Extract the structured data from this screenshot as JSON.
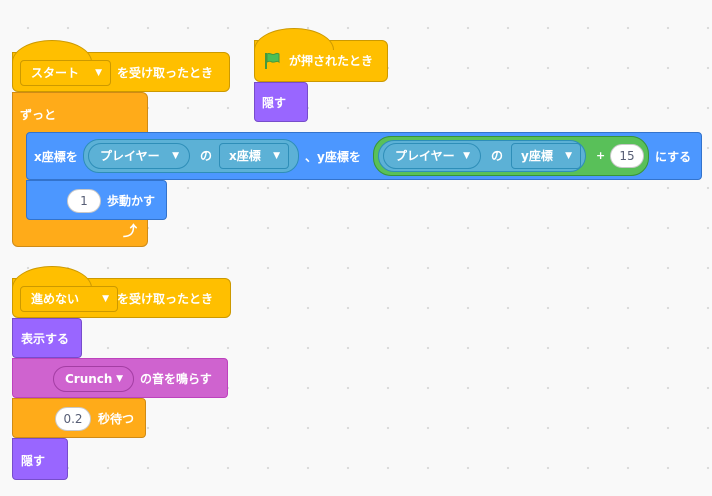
{
  "script1": {
    "hat_dropdown": "スタート",
    "hat_label": "を受け取ったとき",
    "forever_label": "ずっと",
    "goto": {
      "x_label": "x座標を",
      "x_sprite": "プレイヤー",
      "x_of": "の",
      "x_attr": "x座標",
      "y_label": "、y座標を",
      "y_sprite": "プレイヤー",
      "y_of": "の",
      "y_attr": "y座標",
      "plus": "+",
      "addend": "15",
      "suffix": "にする"
    },
    "move_steps": "1",
    "move_label": "歩動かす",
    "loop_arrow": "⤴"
  },
  "script2": {
    "flag_icon": "green-flag",
    "hat_label": "が押されたとき",
    "hide_label": "隠す"
  },
  "script3": {
    "hat_dropdown": "進めない",
    "hat_label": "を受け取ったとき",
    "show_label": "表示する",
    "sound_name": "Crunch",
    "sound_label": "の音を鳴らす",
    "wait_value": "0.2",
    "wait_label": "秒待つ",
    "hide_label": "隠す"
  },
  "colors": {
    "events": "#ffbf00",
    "control": "#ffab19",
    "looks": "#9966ff",
    "motion": "#4c97ff",
    "sound": "#cf63cf",
    "sensing": "#5cb1d6",
    "operators": "#59c059"
  }
}
